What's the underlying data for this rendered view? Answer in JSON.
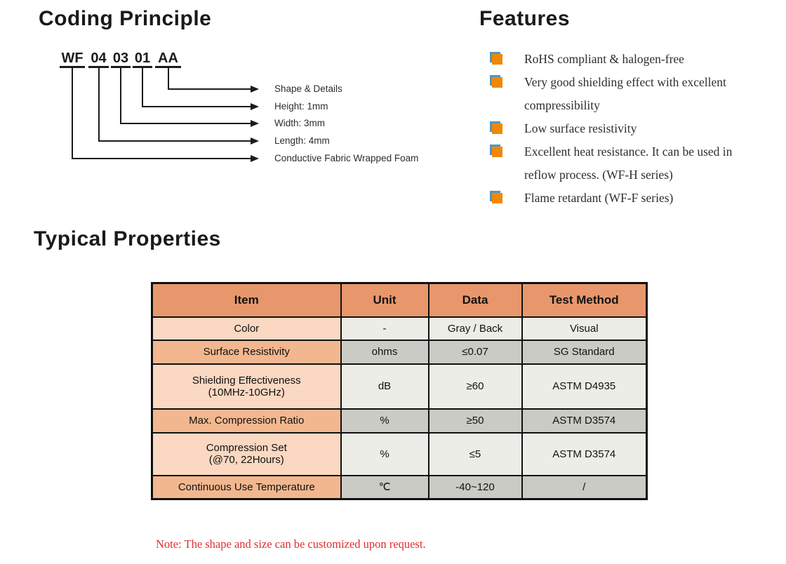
{
  "coding": {
    "title": "Coding Principle",
    "segments": [
      "WF",
      "04",
      "03",
      "01",
      "AA"
    ],
    "labels": [
      "Shape & Details",
      "Height: 1mm",
      "Width: 3mm",
      "Length: 4mm",
      "Conductive Fabric Wrapped Foam"
    ]
  },
  "features": {
    "title": "Features",
    "bullet_color": "#F28705",
    "bullet_accent_color": "#4E96C2",
    "items": [
      "RoHS compliant & halogen-free",
      "Very good shielding effect with excellent compressibility",
      "Low surface resistivity",
      "Excellent heat resistance. It can be used in reflow process. (WF-H series)",
      "Flame retardant (WF-F series)"
    ]
  },
  "properties": {
    "title": "Typical Properties",
    "table": {
      "headers": [
        "Item",
        "Unit",
        "Data",
        "Test Method"
      ],
      "header_bg": "#E8976C",
      "item_row_colors": [
        "#FAD8C1",
        "#F3B78F"
      ],
      "data_row_colors": [
        "#EDEDE7",
        "#CBCBC5"
      ],
      "rows": [
        {
          "item": "Color",
          "unit": "-",
          "data": "Gray / Back",
          "test": "Visual"
        },
        {
          "item": "Surface Resistivity",
          "unit": "ohms",
          "data": "≤0.07",
          "test": "SG Standard"
        },
        {
          "item": "Shielding Effectiveness\n(10MHz-10GHz)",
          "unit": "dB",
          "data": "≥60",
          "test": "ASTM D4935"
        },
        {
          "item": "Max. Compression Ratio",
          "unit": "%",
          "data": "≥50",
          "test": "ASTM D3574"
        },
        {
          "item": "Compression Set\n(@70, 22Hours)",
          "unit": "%",
          "data": "≤5",
          "test": "ASTM D3574"
        },
        {
          "item": "Continuous Use Temperature",
          "unit": "℃",
          "data": "-40~120",
          "test": "/"
        }
      ]
    },
    "note": "Note: The shape and size can be customized upon request.",
    "note_color": "#E02D2D"
  }
}
